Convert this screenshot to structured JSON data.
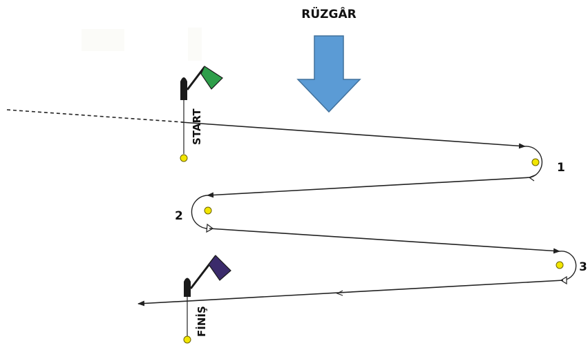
{
  "wind": {
    "label": "RÜZGÂR",
    "arrow_color": "#5b9bd5",
    "arrow_outline": "#41719c"
  },
  "start": {
    "label": "START",
    "flag_color": "#2e9e4a",
    "flag_icon": "green-flag"
  },
  "finish": {
    "label": "FİNİŞ",
    "flag_color": "#3b2b6b",
    "flag_icon": "purple-flag"
  },
  "marks": [
    {
      "number": "1"
    },
    {
      "number": "2"
    },
    {
      "number": "3"
    }
  ],
  "colors": {
    "buoy_fill": "#f2e600",
    "buoy_stroke": "#6b6200",
    "line": "#222222",
    "boat": "#1a1a1a"
  }
}
